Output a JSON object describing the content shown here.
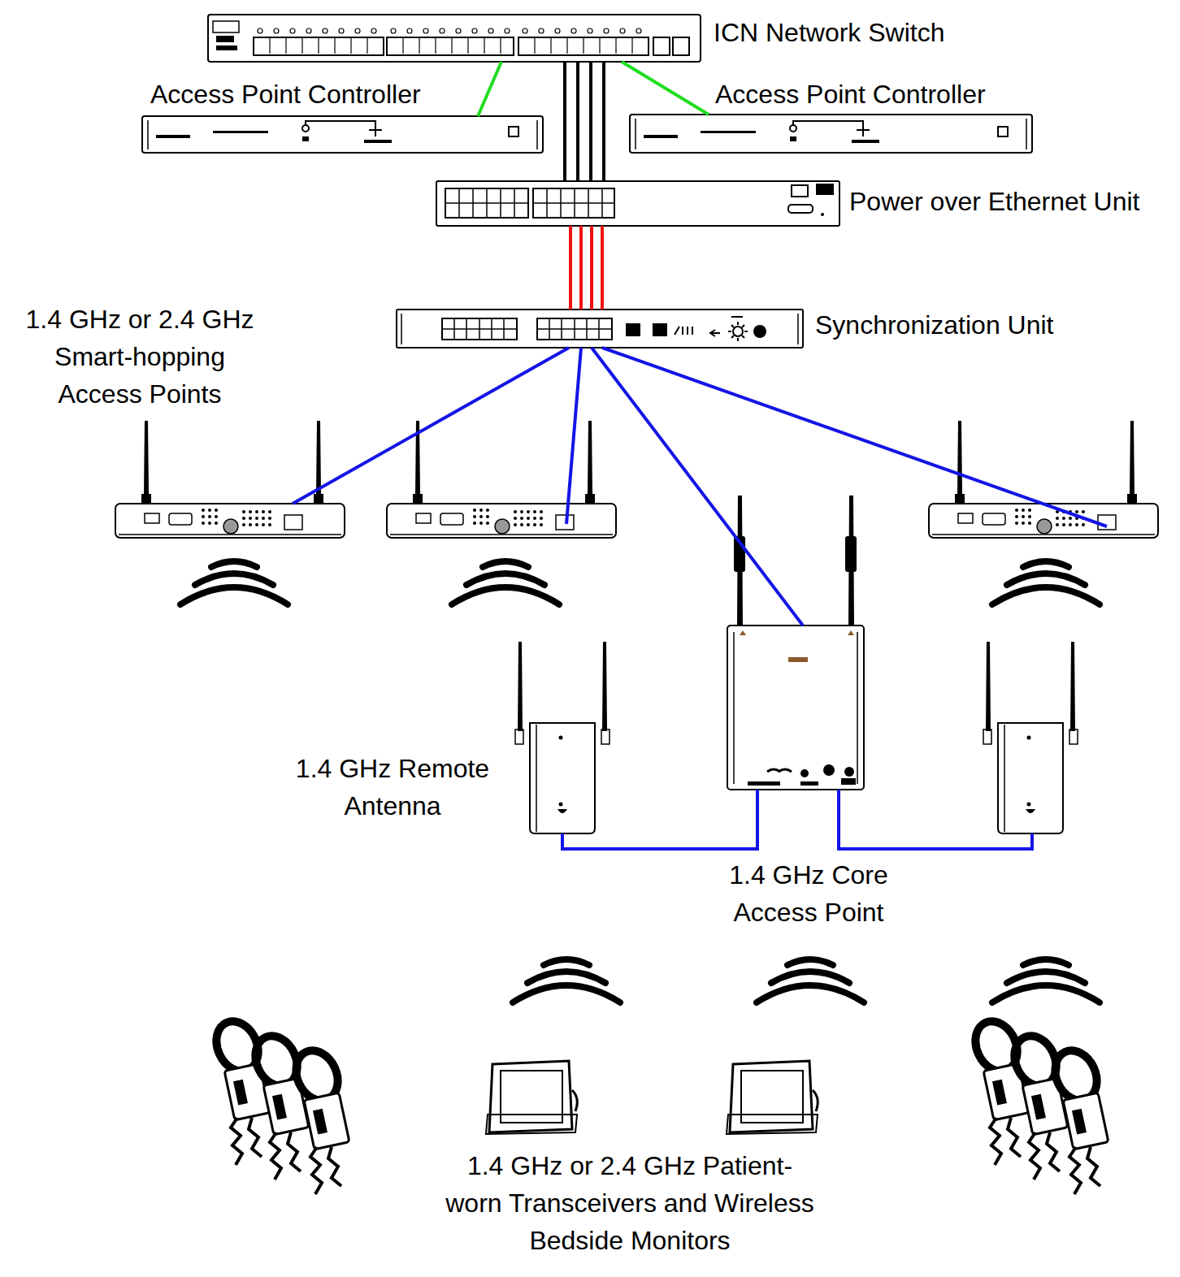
{
  "diagram": {
    "nodes": [
      {
        "text": [
          "ICN Network Switch"
        ]
      },
      {
        "text": [
          "Access Point Controller"
        ]
      },
      {
        "text": [
          "Access Point Controller"
        ]
      },
      {
        "text": [
          "Power over Ethernet Unit"
        ]
      },
      {
        "text": [
          "Synchronization Unit"
        ]
      },
      {
        "text": [
          "1.4 GHz or 2.4 GHz Smart-hopping Access Points"
        ]
      },
      {
        "text": [
          "1.4 GHz Core Access Point"
        ]
      },
      {
        "text": [
          "1.4 GHz Remote Antenna"
        ]
      }
    ],
    "edges": [
      {
        "from": 0,
        "to": 1,
        "arrow": "none"
      },
      {
        "from": 0,
        "to": 2,
        "arrow": "none"
      },
      {
        "from": 0,
        "to": 3,
        "arrow": "none"
      },
      {
        "from": 0,
        "to": 3,
        "arrow": "none"
      },
      {
        "from": 0,
        "to": 3,
        "arrow": "none"
      },
      {
        "from": 0,
        "to": 3,
        "arrow": "none"
      },
      {
        "from": 3,
        "to": 4,
        "arrow": "none"
      },
      {
        "from": 3,
        "to": 4,
        "arrow": "none"
      },
      {
        "from": 3,
        "to": 4,
        "arrow": "none"
      },
      {
        "from": 3,
        "to": 4,
        "arrow": "none"
      },
      {
        "from": 4,
        "to": 5,
        "arrow": "none"
      },
      {
        "from": 4,
        "to": 6,
        "arrow": "none"
      },
      {
        "from": 6,
        "to": 7,
        "arrow": "none"
      }
    ],
    "labels": [
      "1.4 GHz or 2.4 GHz Patient-worn Transceivers and Wireless Bedside Monitors"
    ]
  }
}
